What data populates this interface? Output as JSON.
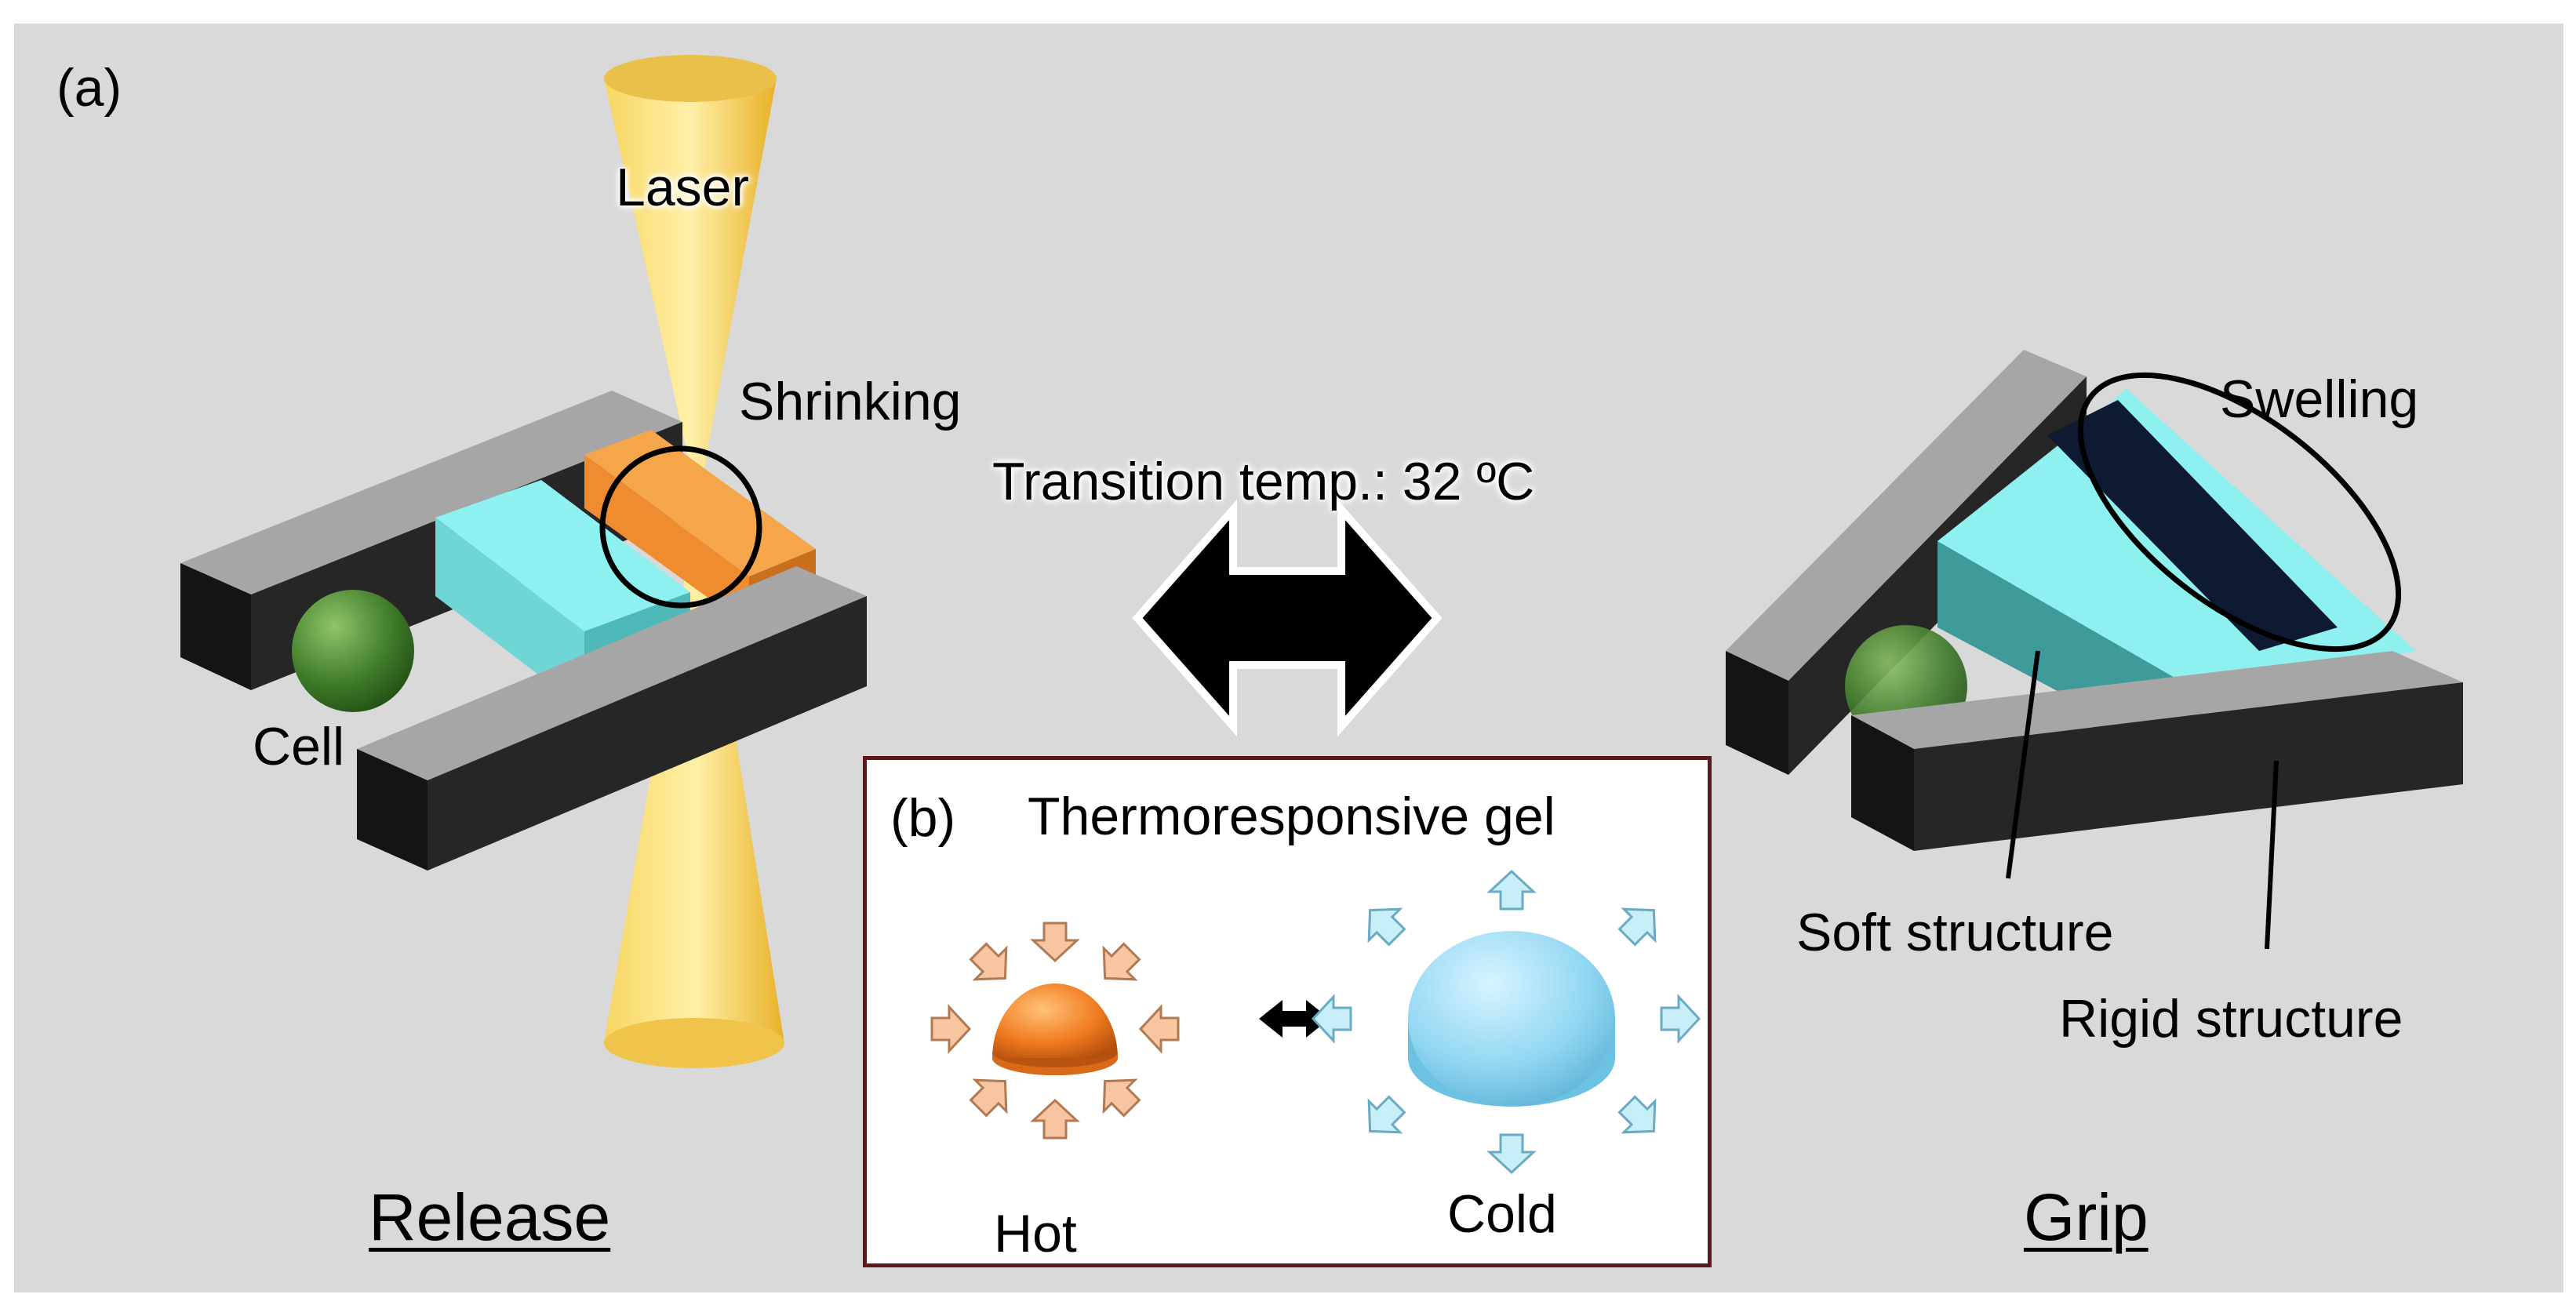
{
  "labels": {
    "panel_a": "(a)",
    "laser": "Laser",
    "shrinking": "Shrinking",
    "transition": "Transition temp.: 32 ºC",
    "swelling": "Swelling",
    "cell": "Cell",
    "release": "Release",
    "grip": "Grip",
    "soft_structure": "Soft structure",
    "rigid_structure": "Rigid structure"
  },
  "inset": {
    "panel_b": "(b)",
    "title": "Thermoresponsive gel",
    "hot": "Hot",
    "cold": "Cold"
  },
  "colors": {
    "background": "#d9d9d9",
    "rigid_top": "#a6a6a6",
    "rigid_side": "#1a1a1a",
    "soft_gel_cyan": "#7fefef",
    "shrunk_gel_orange": "#f08c30",
    "cell_green": "#3f7a2a",
    "laser_yellow": "#f5c542",
    "hot_arrow": "#f7c6a0",
    "cold_arrow": "#c8eef8",
    "inset_border": "#5a1a1a"
  }
}
